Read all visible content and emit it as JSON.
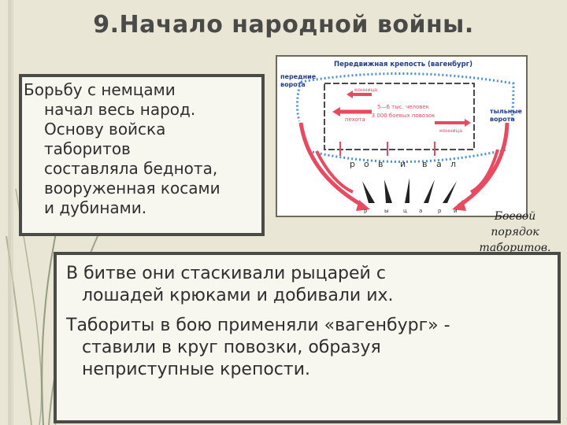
{
  "slide": {
    "title": "9.Начало народной войны."
  },
  "left_box": {
    "lines": [
      "Борьбу с немцами",
      "начал весь народ.",
      "Основу войска",
      "таборитов",
      "составляла беднота,",
      "вооруженная косами",
      "и дубинами."
    ]
  },
  "diagram": {
    "title": "Передвижная крепость (вагенбург)",
    "front_gate": [
      "передние",
      "ворота"
    ],
    "rear_gate": [
      "тыльные",
      "ворота"
    ],
    "center": [
      "5—6 тыс. человек",
      "3 000 боевых повозок"
    ],
    "pehota": "пехота",
    "konnitsa_left": "конница",
    "konnitsa_right": "конница",
    "rov_letters": [
      "р",
      "о",
      "в",
      "и",
      "в",
      "а",
      "л"
    ],
    "knights_letters": [
      "р",
      "ы",
      "ц",
      "а",
      "р",
      "и"
    ]
  },
  "caption": {
    "lines": [
      "Боевой",
      "порядок",
      "таборитов."
    ]
  },
  "bottom_box": {
    "p1": [
      "В битве они стаскивали рыцарей с",
      "лошадей крюками и добивали их."
    ],
    "p2": [
      "Табориты в бою применяли «вагенбург» -",
      "ставили в круг повозки, образуя",
      "неприступные крепости."
    ]
  },
  "colors": {
    "background": "#e9e6d6",
    "box_fill": "#f7f6ef",
    "box_border": "#4a4a46",
    "arrow_red": "#e84a5f",
    "circle_blue": "#4a8fd6"
  }
}
